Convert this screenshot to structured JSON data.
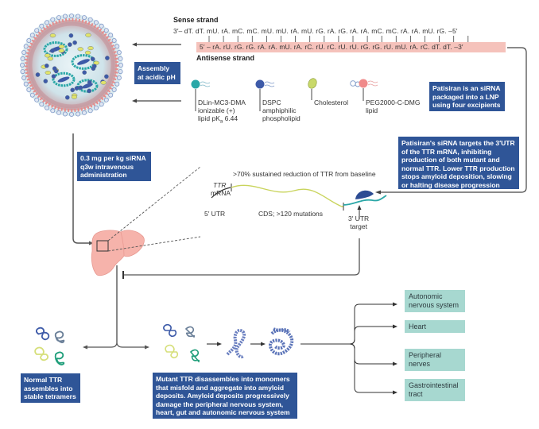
{
  "sirna": {
    "sense_title": "Sense strand",
    "sense_sequence": "3′– dT. dT. mU. rA. mC. mC. mU. mU. rA. mU. rG. rA. rG. rA. rA. mC. mC. rA. rA. mU. rG.   –5′",
    "antisense_sequence": "5′ – rA. rU. rG. rG. rA. rA. mU. rA. rC. rU. rC. rU. rU. rG. rG. rU. mU. rA. rC. dT. dT. –3′",
    "antisense_title": "Antisense strand"
  },
  "boxes": {
    "assembly": "Assembly at acidic pH",
    "packaged": "Patisiran is an siRNA packaged into a LNP using four excipients",
    "dose": "0.3 mg per kg siRNA q3w intravenous administration",
    "targets": "Patisiran's siRNA targets the 3′UTR of the TTR mRNA, inhibiting production of both mutant and normal TTR. Lower TTR production stops amyloid deposition, slowing or halting disease progression",
    "normal_ttr": "Normal TTR assembles into stable tetramers",
    "mutant_ttr": "Mutant TTR disassembles into monomers that misfold and aggregate into amyloid deposits. Amyloid deposits progressively damage the peripheral nervous system, heart, gut and autonomic nervous system"
  },
  "excipients": [
    {
      "name": "DLin-MC3-DMA",
      "line2": "ionizable (+)",
      "line3": "lipid pKa 6.44",
      "icon": "ionizable-lipid-icon",
      "color": "#2aa7a7"
    },
    {
      "name": "DSPC",
      "line2": "amphiphilic",
      "line3": "phospholipid",
      "icon": "phospholipid-icon",
      "color": "#3d5aa8"
    },
    {
      "name": "Cholesterol",
      "line2": "",
      "line3": "",
      "icon": "cholesterol-icon",
      "color": "#c9d96a"
    },
    {
      "name": "PEG2000-C-DMG",
      "line2": "lipid",
      "line3": "",
      "icon": "peg-lipid-icon",
      "color": "#f08a8a"
    }
  ],
  "mrna_panel": {
    "reduction": ">70% sustained reduction of TTR from baseline",
    "ttr_label": "TTR",
    "mrna_label": "mRNA",
    "utr5": "5′ UTR",
    "cds": "CDS; >120 mutations",
    "utr3_line1": "3′ UTR",
    "utr3_line2": "target"
  },
  "organs": [
    "Autonomic nervous system",
    "Heart",
    "Peripheral nerves",
    "Gastrointestinal tract"
  ],
  "colors": {
    "box_blue": "#2f5597",
    "teal_box": "#a7d8d0",
    "antisense_bg": "#f5c2bb",
    "panel_bg": "#e6f4f1",
    "mrna_box_bg": "#fbe8e8",
    "liver": "#f6b3ab"
  }
}
